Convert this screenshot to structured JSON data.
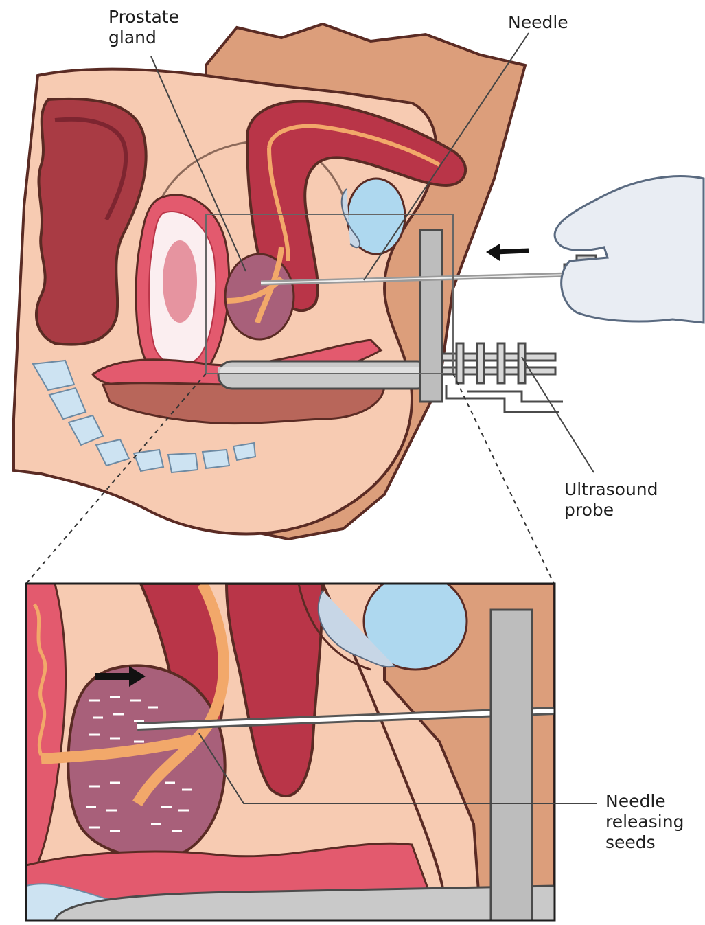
{
  "labels": {
    "prostate": [
      "Prostate",
      "gland"
    ],
    "needle": "Needle",
    "ultrasound": [
      "Ultrasound",
      "probe"
    ],
    "releasing": [
      "Needle",
      "releasing",
      "seeds"
    ]
  },
  "colors": {
    "skin": "#f7cbb2",
    "skin_dark": "#d99a75",
    "tissue_red": "#b93548",
    "tissue_pink": "#e35a6e",
    "urethra_orange": "#f2a86a",
    "prostate_purple": "#a8607a",
    "bladder_blue": "#aed8ef",
    "bone_blue": "#cde3f2",
    "metal_gray": "#bfbfbf",
    "glove": "#e9edf3"
  }
}
